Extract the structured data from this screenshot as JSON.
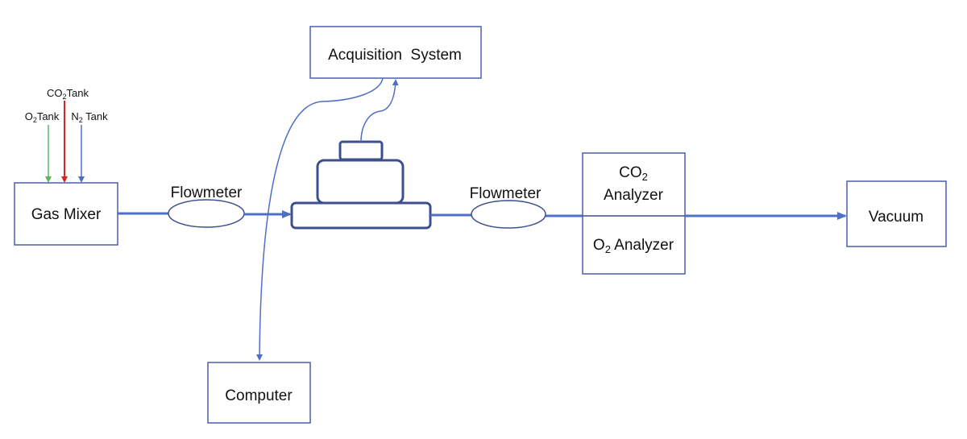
{
  "nodes": {
    "acquisition": "Acquisition  System",
    "gas_mixer": "Gas Mixer",
    "computer": "Computer",
    "vacuum": "Vacuum",
    "flowmeter_1": "Flowmeter",
    "flowmeter_2": "Flowmeter",
    "co2_analyzer": {
      "main": "CO",
      "sub": "2",
      "line2": "Analyzer"
    },
    "o2_analyzer": {
      "main": "O",
      "sub": "2",
      "rest": " Analyzer"
    }
  },
  "tanks": [
    {
      "main": "CO",
      "sub": "2",
      "rest": "Tank",
      "color": "#e02020"
    },
    {
      "main": "O",
      "sub": "2",
      "rest": "Tank",
      "color": "#5cb85c"
    },
    {
      "main": "N",
      "sub": "2",
      "rest": " Tank",
      "color": "#4f6fc6"
    }
  ],
  "colors": {
    "pipe": "#4f6fc6",
    "box_border": "#4a5fa8"
  }
}
